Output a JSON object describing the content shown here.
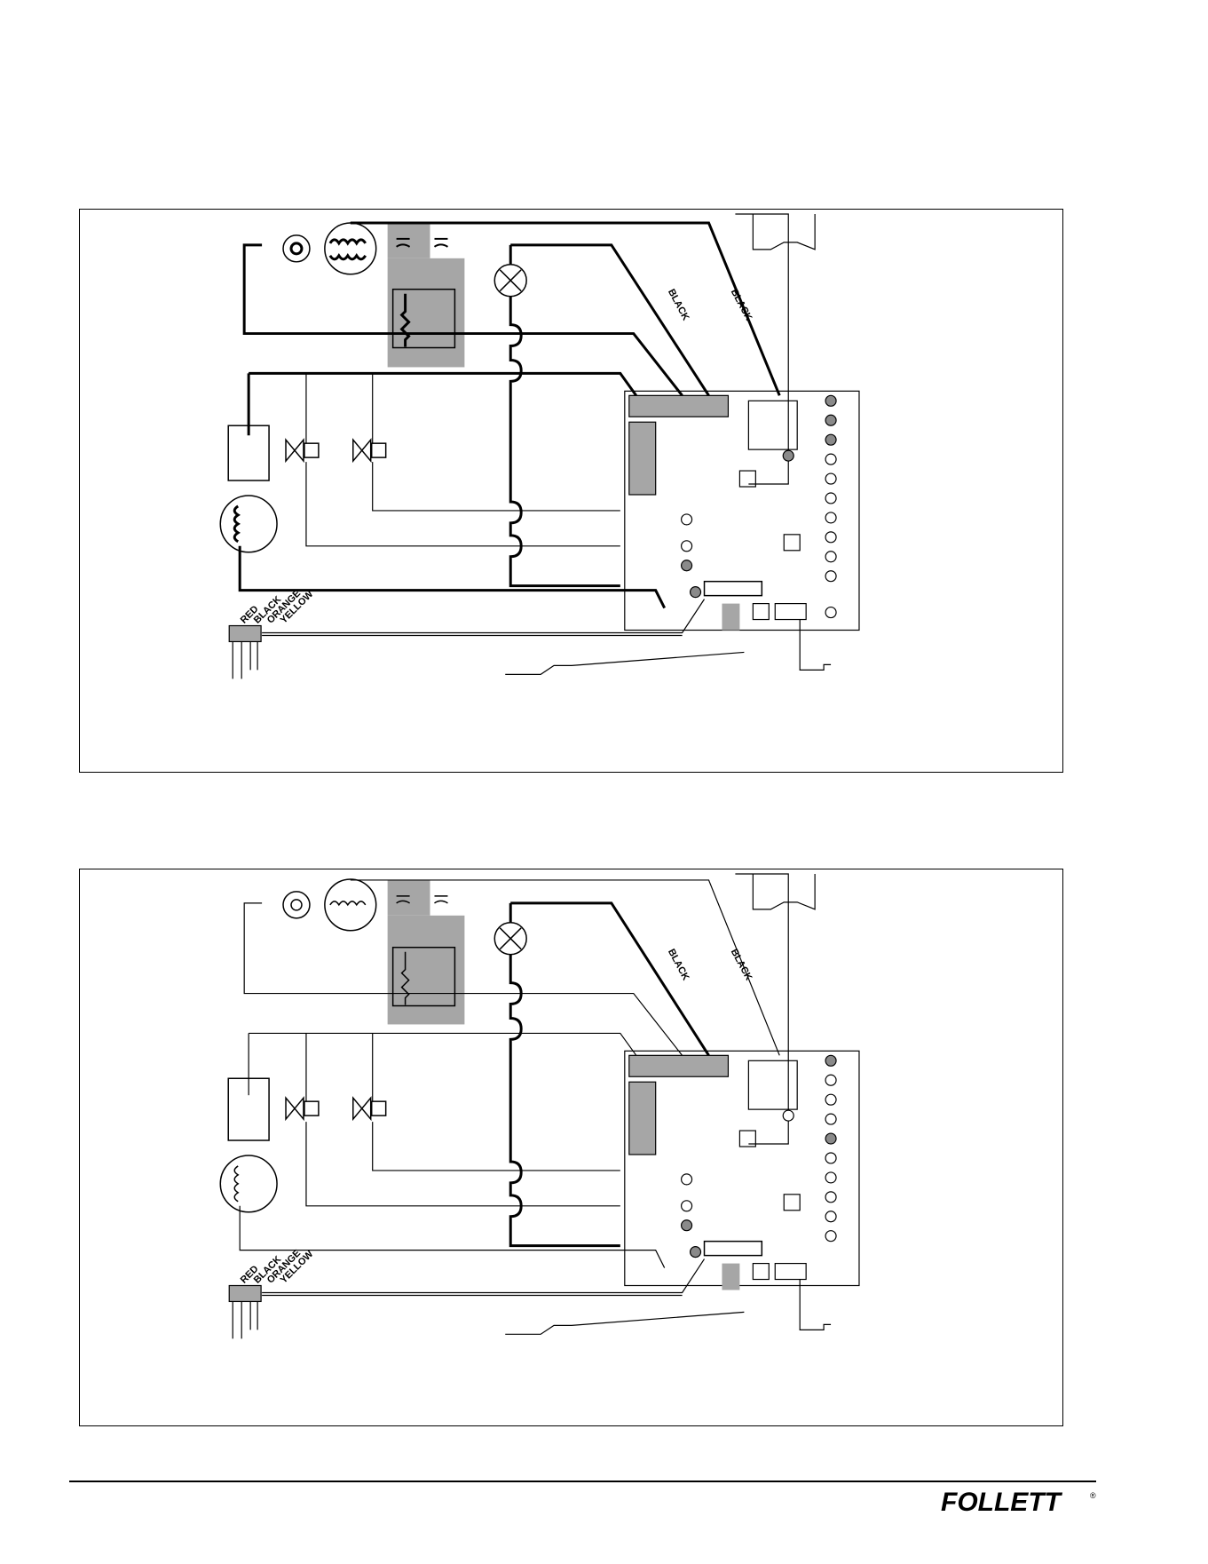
{
  "diagrams": [
    {
      "wire_labels": [
        "BLACK",
        "BLACK"
      ],
      "harness_labels": [
        "RED",
        "BLACK",
        "ORANGE",
        "YELLOW"
      ]
    },
    {
      "wire_labels": [
        "BLACK",
        "BLACK"
      ],
      "harness_labels": [
        "RED",
        "BLACK",
        "ORANGE",
        "YELLOW"
      ]
    }
  ],
  "brand": {
    "name": "FOLLETT",
    "registered_mark": "®"
  },
  "colors": {
    "highlight": "#a6a6a6",
    "led_on": "#8a8a8a",
    "wire": "#000000"
  }
}
